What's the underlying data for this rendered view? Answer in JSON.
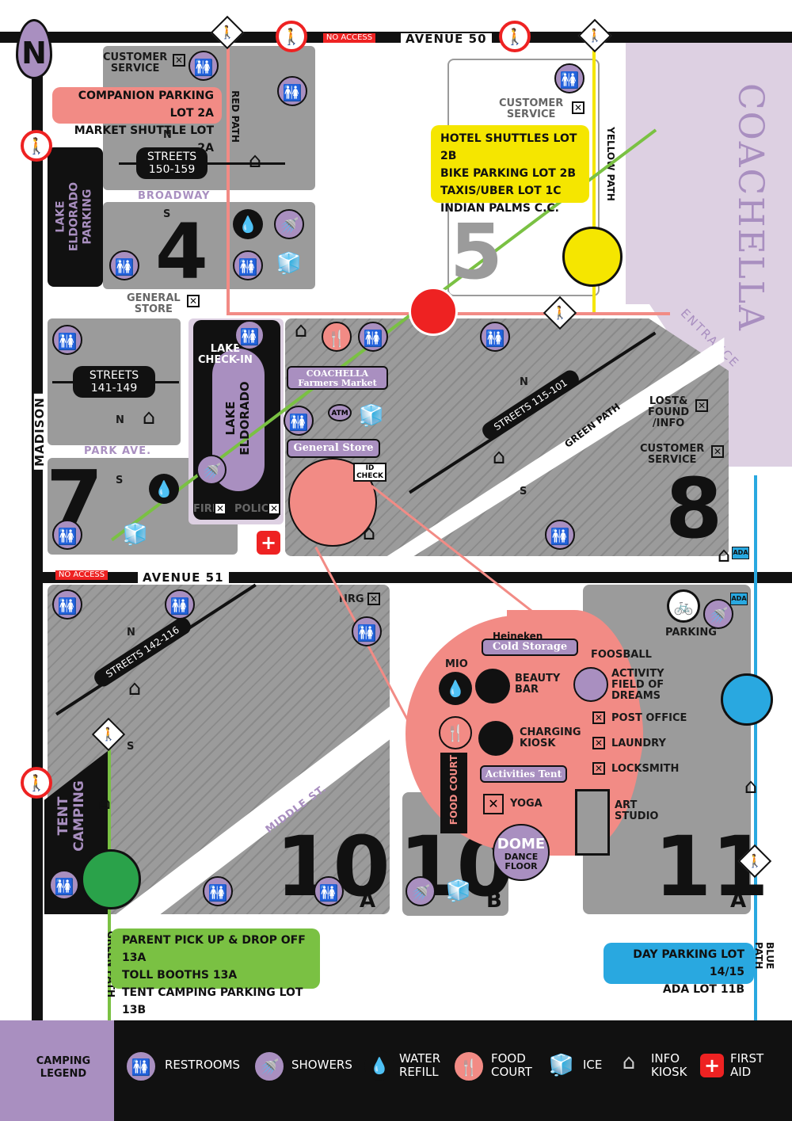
{
  "compass": "N",
  "roads": {
    "avenue50": "AVENUE 50",
    "avenue51": "AVENUE 51",
    "madison": "MADISON",
    "no_access": "NO ACCESS",
    "broadway": "BROADWAY",
    "park_ave": "PARK AVE.",
    "middle_st": "MIDDLE ST."
  },
  "paths": {
    "red": "RED PATH",
    "yellow": "YELLOW PATH",
    "green": "GREEN PATH",
    "blue": "BLUE PATH"
  },
  "festival": {
    "name": "COACHELLA",
    "entrance": "ENTRANCE"
  },
  "lots": {
    "lot4": "4",
    "lot5": "5",
    "lot7": "7",
    "lot8": "8",
    "lot10": "10",
    "lot10a": "A",
    "lot10b": "B",
    "lot11": "11",
    "lot11a": "A"
  },
  "streets": {
    "s150": "STREETS\n150-159",
    "s141": "STREETS\n141-149",
    "s115": "STREETS 115-101",
    "s142": "STREETS 142-116",
    "n": "N",
    "s": "S"
  },
  "labels": {
    "customer_service": "CUSTOMER\nSERVICE",
    "general_store": "GENERAL\nSTORE",
    "lake_checkin": "LAKE\nCHECK-IN",
    "lake_eldorado": "LAKE\nELDORADO",
    "lake_eldorado_parking": "LAKE\nELDORADO\nPARKING",
    "fire": "FIRE",
    "police": "POLICE",
    "lost_found": "LOST&\nFOUND\n/INFO",
    "nrg": "NRG",
    "parking": "PARKING",
    "ada": "ADA",
    "tent_camping": "TENT\nCAMPING",
    "atm": "ATM",
    "id_check": "ID\nCHECK",
    "farmers_market": "COACHELLA\nFarmers Market",
    "general_store_venue": "General Store"
  },
  "panels": {
    "red": [
      "COMPANION PARKING LOT 2A",
      "MARKET SHUTTLE LOT 2A"
    ],
    "yellow": [
      "HOTEL SHUTTLES LOT 2B",
      "BIKE PARKING LOT 2B",
      "TAXIS/UBER LOT 1C",
      "INDIAN PALMS C.C."
    ],
    "green": [
      "PARENT PICK UP & DROP OFF 13A",
      "TOLL BOOTHS 13A",
      "TENT CAMPING PARKING LOT 13B"
    ],
    "blue": [
      "DAY PARKING LOT 14/15",
      "ADA LOT 11B"
    ]
  },
  "store_detail": {
    "heineken": "Heineken",
    "cold_storage": "Cold Storage",
    "mio": "MIO",
    "beauty_bar": "BEAUTY\nBAR",
    "foosball": "FOOSBALL",
    "activity_field": "ACTIVITY\nFIELD OF\nDREAMS",
    "post_office": "POST OFFICE",
    "charging_kiosk": "CHARGING\nKIOSK",
    "laundry": "LAUNDRY",
    "food_court": "FOOD COURT",
    "activities_tent": "Activities Tent",
    "locksmith": "LOCKSMITH",
    "yoga": "YOGA",
    "art_studio": "ART\nSTUDIO",
    "dome": "DOME",
    "dance_floor": "DANCE\nFLOOR"
  },
  "legend": {
    "title": "CAMPING\nLEGEND",
    "restrooms": "RESTROOMS",
    "showers": "SHOWERS",
    "water_refill": "WATER\nREFILL",
    "food_court": "FOOD\nCOURT",
    "ice": "ICE",
    "info_kiosk": "INFO\nKIOSK",
    "first_aid": "FIRST\nAID"
  },
  "icons": {
    "restroom": "🚻",
    "shower": "🚿",
    "water": "💧",
    "food": "🍴",
    "ice": "🧊",
    "kiosk": "⌂",
    "ped": "🚶",
    "x": "✕",
    "plus": "+",
    "bike": "🚲"
  },
  "colors": {
    "red": "#f28b85",
    "yellow": "#f5e600",
    "green": "#7ac143",
    "blue": "#29a8e0",
    "purple": "#a98fc0",
    "gray": "#9b9b9b",
    "coachella": "#ddd0e2"
  }
}
